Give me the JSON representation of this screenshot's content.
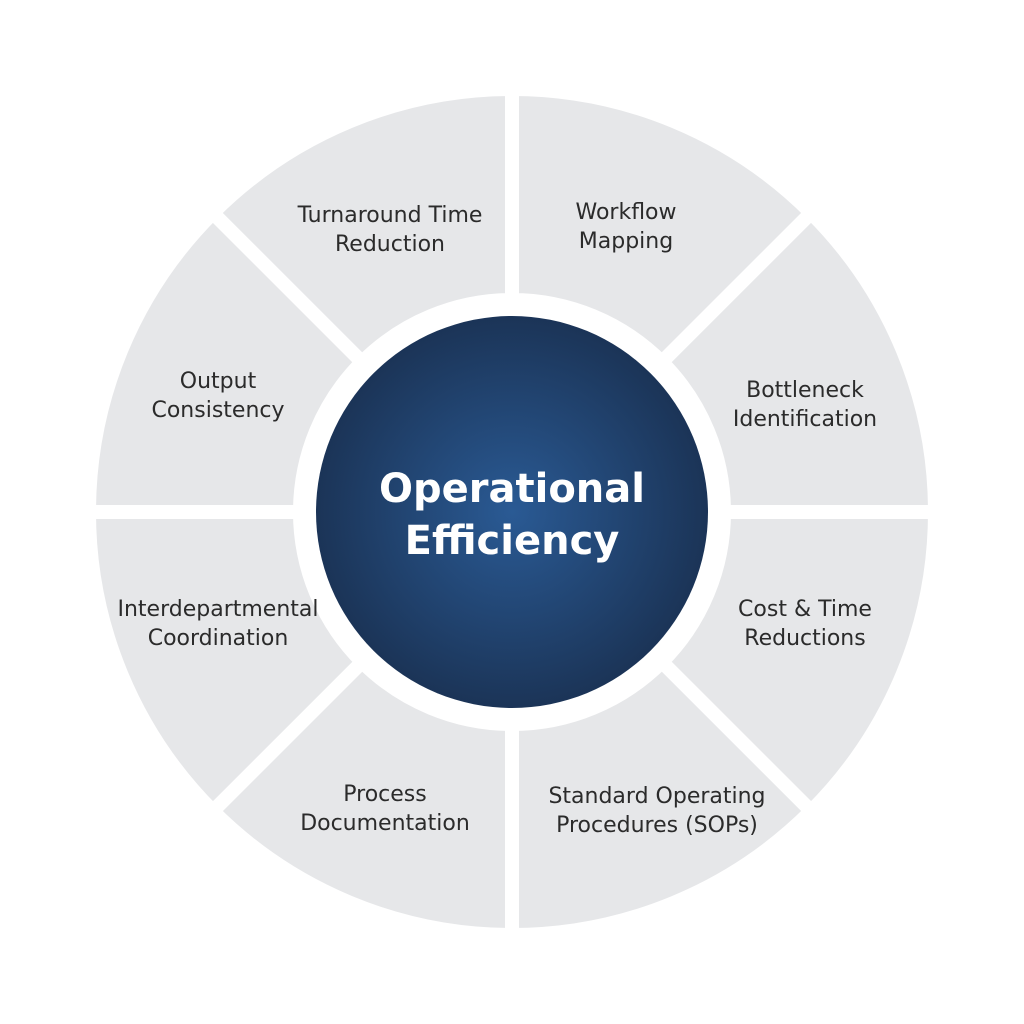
{
  "diagram": {
    "center": {
      "label": "Operational\nEfficiency",
      "color_outer": "#1b3457",
      "color_inner": "#2a5a94"
    },
    "segment_color": "#e6e7e9",
    "segments": [
      {
        "label": "Workflow\nMapping"
      },
      {
        "label": "Bottleneck\nIdentification"
      },
      {
        "label": "Cost & Time\nReductions"
      },
      {
        "label": "Standard Operating\nProcedures (SOPs)"
      },
      {
        "label": "Process\nDocumentation"
      },
      {
        "label": "Interdepartmental\nCoordination"
      },
      {
        "label": "Output\nConsistency"
      },
      {
        "label": "Turnaround Time\nReduction"
      }
    ]
  }
}
